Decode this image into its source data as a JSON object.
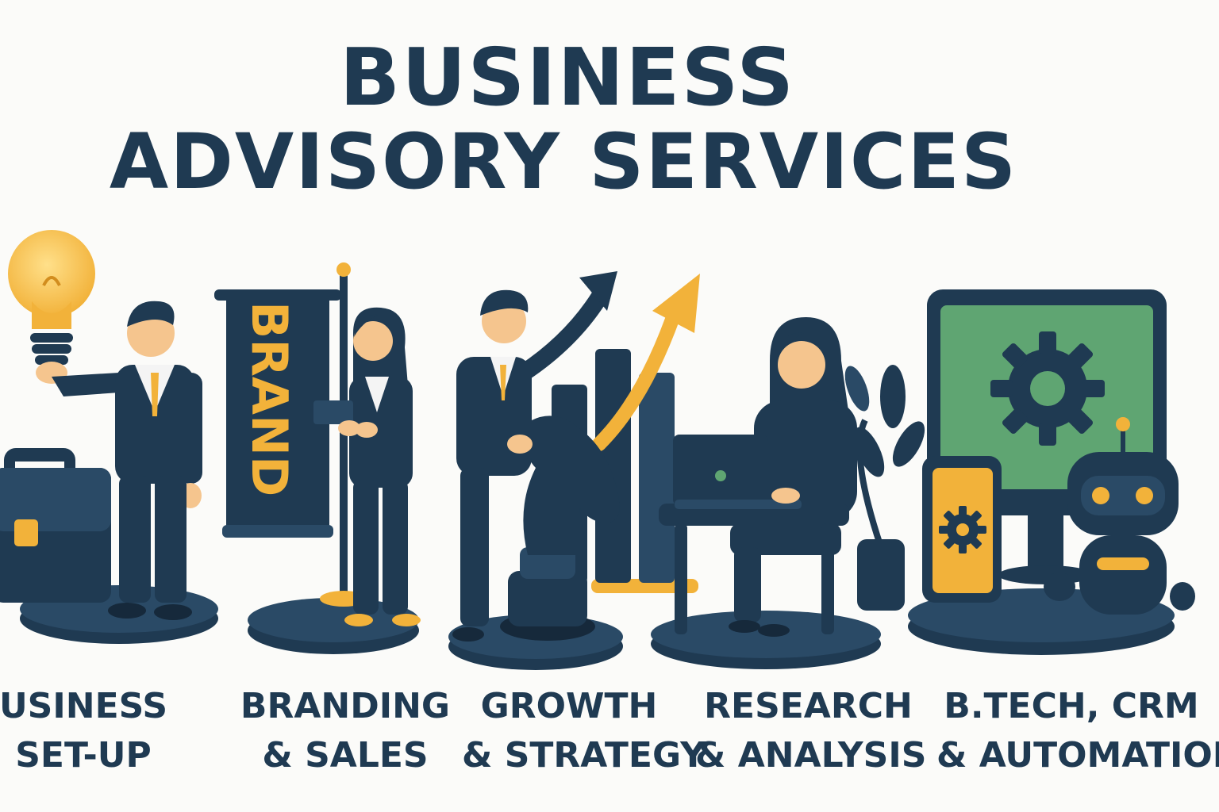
{
  "title": {
    "line1": "BUSINESS",
    "line2": "ADVISORY SERVICES"
  },
  "banner_text": "BRAND",
  "services": [
    {
      "line1": "USINESS",
      "line2": "SET-UP",
      "icons": [
        "briefcase-icon",
        "lightbulb-icon",
        "businessman-figure"
      ]
    },
    {
      "line1": "BRANDING",
      "line2": "& SALES",
      "icons": [
        "brand-banner-icon",
        "businesswoman-figure"
      ]
    },
    {
      "line1": "GROWTH",
      "line2": "& STRATEGY",
      "icons": [
        "chess-knight-icon",
        "growth-arrow-icon",
        "bar-chart-icon"
      ]
    },
    {
      "line1": "RESEARCH",
      "line2": "& ANALYSIS",
      "icons": [
        "laptop-icon",
        "plant-icon",
        "researcher-figure"
      ]
    },
    {
      "line1": "B.TECH, CRM",
      "line2": "& AUTOMATION",
      "icons": [
        "monitor-icon",
        "gear-icon",
        "phone-icon",
        "robot-icon"
      ]
    }
  ],
  "colors": {
    "navy": "#1f3a52",
    "gold": "#f2b23a",
    "green": "#5fa572",
    "background": "#fbfbf9"
  }
}
